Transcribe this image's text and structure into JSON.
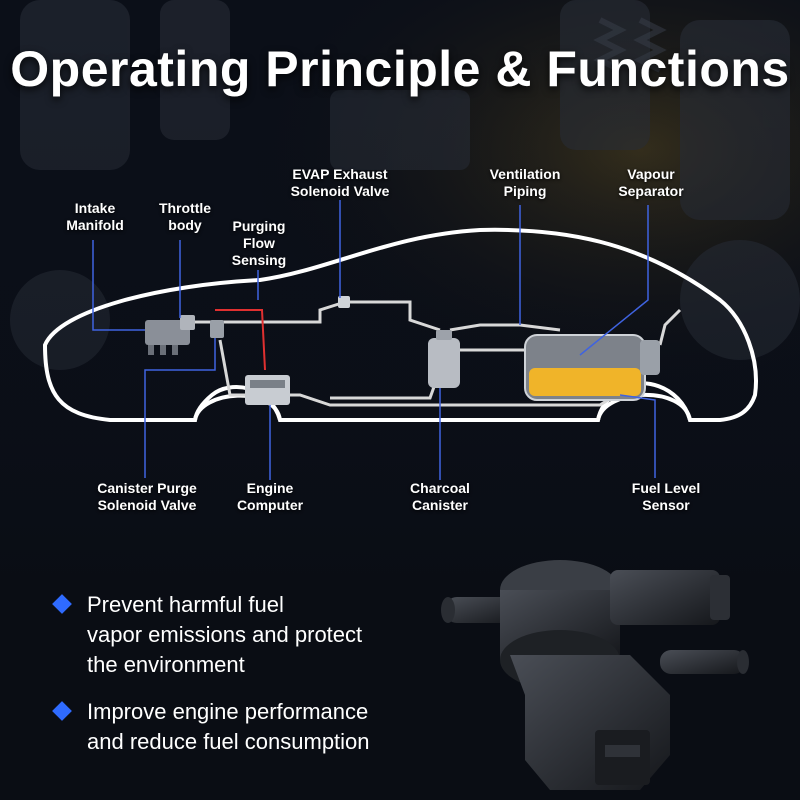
{
  "title": "Operating Principle & Functions",
  "diagram": {
    "labels": {
      "intake_manifold": [
        "Intake",
        "Manifold"
      ],
      "throttle_body": [
        "Throttle",
        "body"
      ],
      "purging_flow_sensing": [
        "Purging",
        "Flow",
        "Sensing"
      ],
      "evap_exhaust": [
        "EVAP Exhaust",
        "Solenoid Valve"
      ],
      "ventilation_piping": [
        "Ventilation",
        "Piping"
      ],
      "vapour_separator": [
        "Vapour",
        "Separator"
      ],
      "canister_purge": [
        "Canister Purge",
        "Solenoid Valve"
      ],
      "engine_computer": [
        "Engine",
        "Computer"
      ],
      "charcoal_canister": [
        "Charcoal",
        "Canister"
      ],
      "fuel_level_sensor": [
        "Fuel Level",
        "Sensor"
      ]
    }
  },
  "features": [
    {
      "lines": [
        "Prevent harmful fuel",
        "vapor emissions and protect",
        "the environment"
      ]
    },
    {
      "lines": [
        "Improve engine performance",
        "and reduce fuel consumption"
      ]
    }
  ],
  "colors": {
    "accent": "#2f6bff",
    "leader_line": "#3f63e0",
    "fuel": "#f0b429",
    "purge_line": "#e03030"
  }
}
